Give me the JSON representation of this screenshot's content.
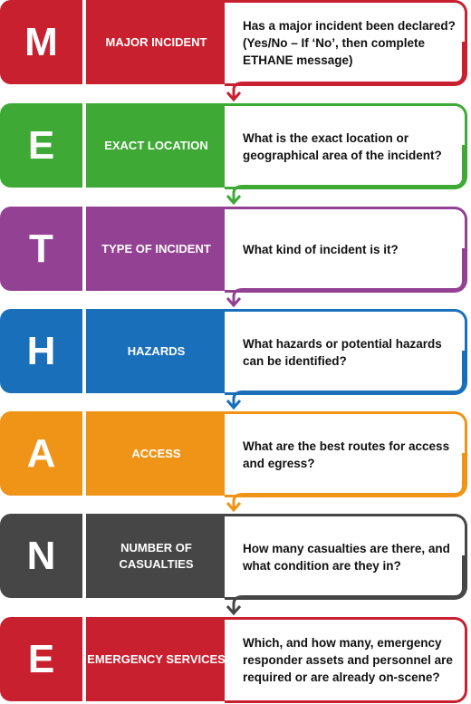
{
  "steps": [
    {
      "letter": "M",
      "label": "MAJOR INCIDENT",
      "question": "Has a major incident been declared? (Yes/No – If ‘No’, then complete ETHANE message)",
      "color": "#c8202f"
    },
    {
      "letter": "E",
      "label": "EXACT LOCATION",
      "question": "What is the exact location or geographical area of the incident?",
      "color": "#3ea935"
    },
    {
      "letter": "T",
      "label": "TYPE OF INCIDENT",
      "question": "What kind of incident is it?",
      "color": "#934192"
    },
    {
      "letter": "H",
      "label": "HAZARDS",
      "question": "What hazards or potential hazards can be identified?",
      "color": "#1a6fba"
    },
    {
      "letter": "A",
      "label": "ACCESS",
      "question": "What are the best routes for access and egress?",
      "color": "#f09418"
    },
    {
      "letter": "N",
      "label": "NUMBER OF CASUALTIES",
      "question": "How many casualties are there, and what condition are they in?",
      "color": "#464646"
    },
    {
      "letter": "E",
      "label": "EMERGENCY SERVICES",
      "question": "Which, and how many, emergency responder assets and personnel are required or are already on-scene?",
      "color": "#c8202f"
    }
  ]
}
